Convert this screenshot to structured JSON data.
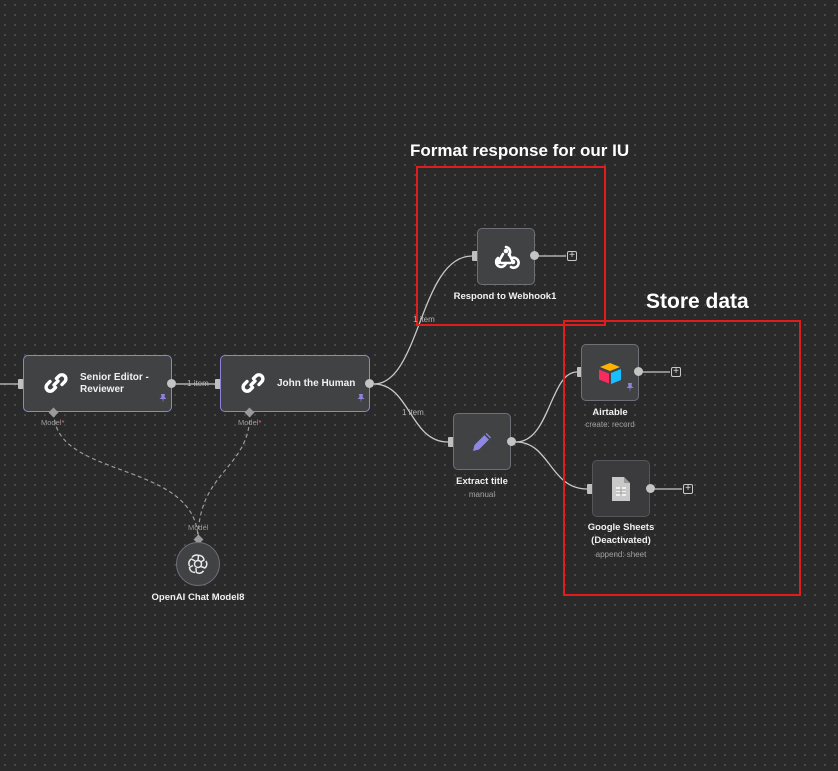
{
  "canvas": {
    "background": "#2a2a2a",
    "connection_color": "#c8c8c8",
    "annotation_color": "#e01c1c"
  },
  "annotations": {
    "format_response": "Format response for our IU",
    "store_data": "Store data"
  },
  "nodes": {
    "senior_editor": {
      "title": "Senior Editor - Reviewer",
      "icon": "link-icon",
      "model_label": "Model",
      "required_mark": "*",
      "pinned": true
    },
    "john_human": {
      "title": "John the Human",
      "icon": "link-icon",
      "model_label": "Model",
      "required_mark": "*",
      "pinned": true
    },
    "respond_webhook": {
      "title": "Respond to Webhook1",
      "icon": "webhook-icon"
    },
    "extract_title": {
      "title": "Extract title",
      "subtitle": "manual",
      "icon": "pencil-icon"
    },
    "airtable": {
      "title": "Airtable",
      "subtitle": "create: record",
      "icon": "airtable-icon",
      "pinned": true
    },
    "google_sheets": {
      "title_line1": "Google Sheets",
      "title_line2": "(Deactivated)",
      "subtitle": "append: sheet",
      "icon": "google-sheets-icon",
      "deactivated": true
    },
    "openai_model": {
      "title": "OpenAI Chat Model8",
      "model_label": "Model",
      "icon": "openai-icon"
    }
  },
  "edges": {
    "senior_to_john": "1 item",
    "john_to_webhook": "1 item",
    "john_to_extract": "1 item"
  },
  "add_button": "+"
}
